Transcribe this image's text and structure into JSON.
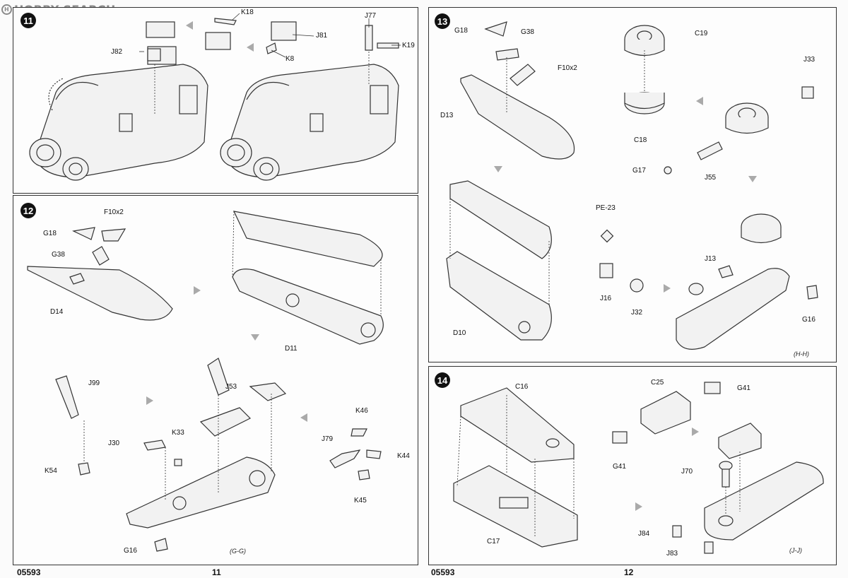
{
  "watermark": "HOBBY SEARCH",
  "watermark_logo": "H",
  "steps": {
    "s11": {
      "number": "11",
      "labels": {
        "k18": "K18",
        "j77": "J77",
        "j81": "J81",
        "k19": "K19",
        "j82": "J82",
        "k8": "K8"
      }
    },
    "s12": {
      "number": "12",
      "labels": {
        "f10x2": "F10x2",
        "g18": "G18",
        "g38": "G38",
        "d14": "D14",
        "d11": "D11",
        "j99": "J99",
        "j53": "J53",
        "k46": "K46",
        "j79": "J79",
        "k44": "K44",
        "k45": "K45",
        "j30": "J30",
        "k33": "K33",
        "k54": "K54",
        "g16": "G16"
      },
      "view": "(G-G)"
    },
    "s13": {
      "number": "13",
      "labels": {
        "g18": "G18",
        "g38": "G38",
        "f10x2": "F10x2",
        "d13": "D13",
        "c19": "C19",
        "c18": "C18",
        "j33": "J33",
        "g17": "G17",
        "j55": "J55",
        "d10": "D10",
        "pe23": "PE-23",
        "j16": "J16",
        "j32": "J32",
        "j13": "J13",
        "g16": "G16"
      },
      "view": "(H-H)"
    },
    "s14": {
      "number": "14",
      "labels": {
        "c16": "C16",
        "c17": "C17",
        "c25": "C25",
        "g41a": "G41",
        "g41b": "G41",
        "j70": "J70",
        "j84": "J84",
        "j83": "J83"
      },
      "view": "(J-J)"
    }
  },
  "footer": {
    "left_code": "05593",
    "left_page": "11",
    "right_code": "05593",
    "right_page": "12"
  },
  "colors": {
    "line": "#333333",
    "fill": "#f2f2f2",
    "arrow": "#aaaaaa"
  }
}
